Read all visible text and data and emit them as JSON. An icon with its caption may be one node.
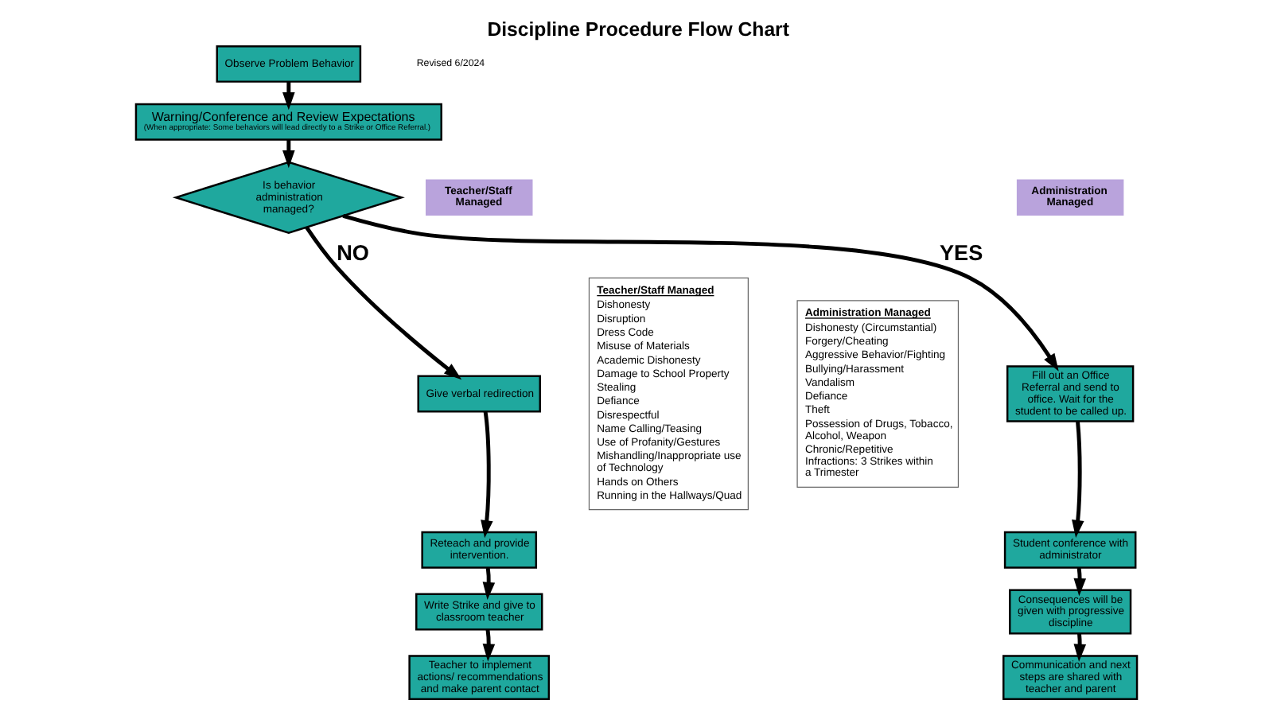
{
  "diagram": {
    "title": "Discipline Procedure Flow Chart",
    "nodes": [
      {
        "text": [
          "Observe Problem Behavior"
        ]
      },
      {
        "text": [
          "Warning/Conference and Review Expectations",
          "(When appropriate: Some behaviors will lead directly to a Strike or Office Referral.)"
        ]
      },
      {
        "text": [
          "Is behavior administration managed?"
        ]
      },
      {
        "text": [
          "Teacher/Staff Managed"
        ]
      },
      {
        "text": [
          "Give verbal redirection"
        ]
      },
      {
        "text": [
          "Reteach and provide intervention."
        ]
      },
      {
        "text": [
          "Write Strike and give to classroom teacher"
        ]
      },
      {
        "text": [
          "Teacher to implement actions/ recommendations and make parent contact"
        ]
      },
      {
        "text": [
          "Administration Managed"
        ]
      },
      {
        "text": [
          "Fill out an Office Referral and send to office. Wait for the student to be called up."
        ]
      },
      {
        "text": [
          "Student conference with administrator"
        ]
      },
      {
        "text": [
          "Consequences will be given with progressive discipline"
        ]
      },
      {
        "text": [
          "Communication and next steps are shared with teacher and parent"
        ]
      },
      {
        "text": [
          "Teacher/Staff Managed",
          "Dishonesty",
          "Disruption",
          "Dress Code",
          "Misuse of Materials",
          "Academic Dishonesty",
          "Damage to School Property",
          "Stealing",
          "Defiance",
          "Disrespectful",
          "Name Calling/Teasing",
          "Use of Profanity/Gestures",
          "Mishandling/Inappropriate use of Technology",
          "Hands on Others",
          "Running in the Hallways/Quad"
        ]
      },
      {
        "text": [
          "Administration Managed",
          "Dishonesty (Circumstantial)",
          "Forgery/Cheating",
          "Aggressive Behavior/Fighting",
          "Bullying/Harassment",
          "Vandalism",
          "Defiance",
          "Theft",
          "Possession of Drugs, Tobacco, Alcohol, Weapon",
          "Chronic/Repetitive Infractions: 3 Strikes within a Trimester"
        ]
      }
    ],
    "edges": [
      {
        "from": 0,
        "to": 1,
        "arrow": "to"
      },
      {
        "from": 1,
        "to": 2,
        "arrow": "to"
      },
      {
        "from": 2,
        "to": 4,
        "arrow": "to",
        "label": "NO"
      },
      {
        "from": 2,
        "to": 9,
        "arrow": "to",
        "label": "YES"
      },
      {
        "from": 4,
        "to": 5,
        "arrow": "to"
      },
      {
        "from": 5,
        "to": 6,
        "arrow": "to"
      },
      {
        "from": 6,
        "to": 7,
        "arrow": "to"
      },
      {
        "from": 9,
        "to": 10,
        "arrow": "to"
      },
      {
        "from": 10,
        "to": 11,
        "arrow": "to"
      },
      {
        "from": 11,
        "to": 12,
        "arrow": "to"
      }
    ],
    "labels": [
      "Revised 6/2024"
    ]
  }
}
